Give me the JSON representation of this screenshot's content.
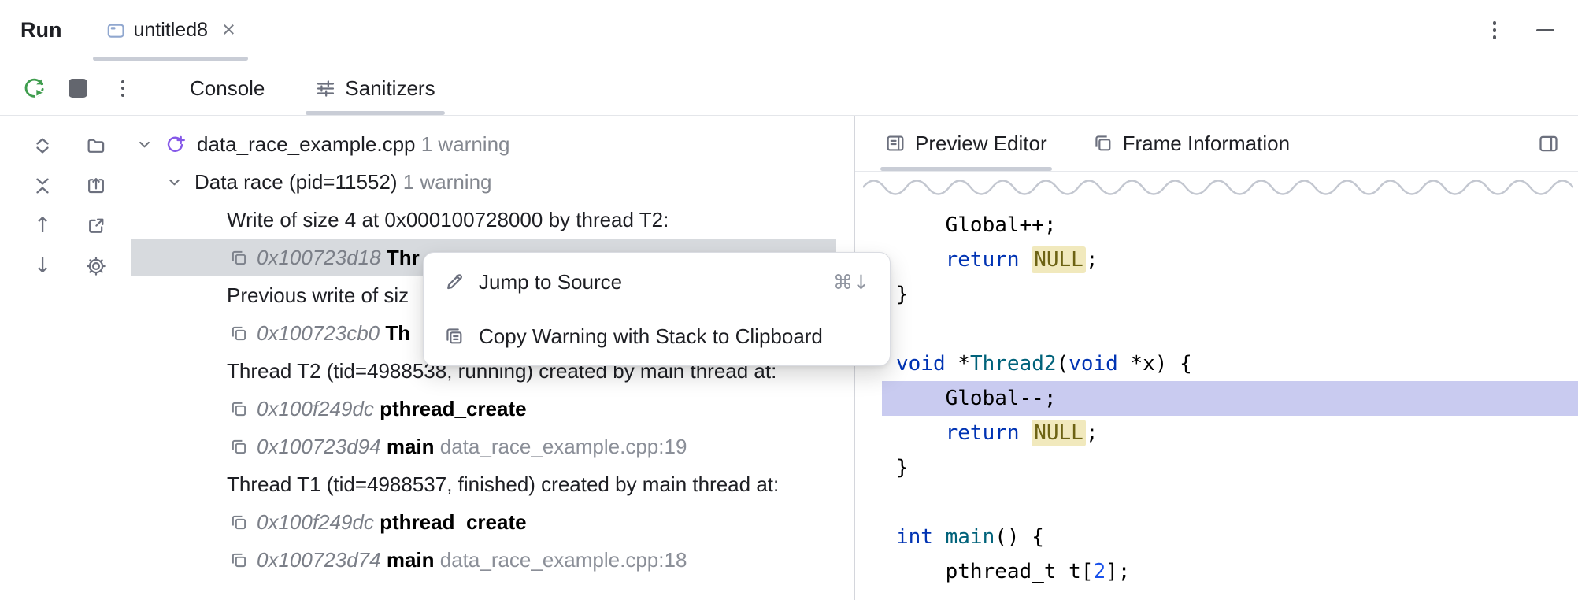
{
  "colors": {
    "accent_purple": "#8558e8",
    "run_green": "#3f9d4e",
    "selected_row_bg": "#d7dade",
    "active_tab_indicator": "#c9cdd6",
    "current_line_highlight": "#c9cbf0",
    "macro_highlight_bg": "#f1e9bd",
    "keyword_blue": "#0033b3",
    "function_teal": "#00627a",
    "number_blue": "#1750eb",
    "gray_text": "#83878f"
  },
  "header": {
    "title": "Run",
    "tab": {
      "label": "untitled8",
      "close": "×"
    }
  },
  "toolbar": {
    "console_tab": "Console",
    "sanitizers_tab": "Sanitizers"
  },
  "tree": {
    "rows": [
      {
        "depth": 0,
        "chevron": true,
        "icon": "sanitizer",
        "segments": [
          {
            "t": "data_race_example.cpp ",
            "c": "plain"
          },
          {
            "t": "1 warning",
            "c": "gray"
          }
        ]
      },
      {
        "depth": 1,
        "chevron": true,
        "segments": [
          {
            "t": "Data race (pid=11552) ",
            "c": "plain"
          },
          {
            "t": "1 warning",
            "c": "gray"
          }
        ]
      },
      {
        "depth": 2,
        "segments": [
          {
            "t": "Write of size 4 at 0x000100728000 by thread T2:",
            "c": "plain"
          }
        ]
      },
      {
        "depth": 3,
        "frame": true,
        "selected": true,
        "segments": [
          {
            "t": "0x100723d18 ",
            "c": "addr"
          },
          {
            "t": "Thr",
            "c": "bold"
          }
        ]
      },
      {
        "depth": 2,
        "segments": [
          {
            "t": "Previous write of siz",
            "c": "plain"
          }
        ]
      },
      {
        "depth": 3,
        "frame": true,
        "segments": [
          {
            "t": "0x100723cb0 ",
            "c": "addr"
          },
          {
            "t": "Th",
            "c": "bold"
          }
        ]
      },
      {
        "depth": 2,
        "segments": [
          {
            "t": "Thread T2 (tid=4988538, running) created by main thread at:",
            "c": "plain"
          }
        ]
      },
      {
        "depth": 3,
        "frame": true,
        "segments": [
          {
            "t": "0x100f249dc ",
            "c": "addr"
          },
          {
            "t": "pthread_create",
            "c": "bold"
          }
        ]
      },
      {
        "depth": 3,
        "frame": true,
        "segments": [
          {
            "t": "0x100723d94 ",
            "c": "addr"
          },
          {
            "t": "main ",
            "c": "bold"
          },
          {
            "t": "data_race_example.cpp:19",
            "c": "loc"
          }
        ]
      },
      {
        "depth": 2,
        "segments": [
          {
            "t": "Thread T1 (tid=4988537, finished) created by main thread at:",
            "c": "plain"
          }
        ]
      },
      {
        "depth": 3,
        "frame": true,
        "segments": [
          {
            "t": "0x100f249dc ",
            "c": "addr"
          },
          {
            "t": "pthread_create",
            "c": "bold"
          }
        ]
      },
      {
        "depth": 3,
        "frame": true,
        "segments": [
          {
            "t": "0x100723d74 ",
            "c": "addr"
          },
          {
            "t": "main ",
            "c": "bold"
          },
          {
            "t": "data_race_example.cpp:18",
            "c": "loc"
          }
        ]
      }
    ]
  },
  "context_menu": {
    "items": [
      {
        "label": "Jump to Source",
        "shortcut": "⌘↓"
      },
      {
        "label": "Copy Warning with Stack to Clipboard"
      }
    ]
  },
  "preview": {
    "tabs": [
      {
        "label": "Preview Editor",
        "active": true
      },
      {
        "label": "Frame Information",
        "active": false
      }
    ]
  },
  "code": {
    "lines": [
      {
        "segments": [
          {
            "t": "    Global++;",
            "c": "p"
          }
        ]
      },
      {
        "segments": [
          {
            "t": "    ",
            "c": "p"
          },
          {
            "t": "return",
            "c": "kw"
          },
          {
            "t": " ",
            "c": "p"
          },
          {
            "t": "NULL",
            "c": "mc"
          },
          {
            "t": ";",
            "c": "p"
          }
        ]
      },
      {
        "segments": [
          {
            "t": "}",
            "c": "p"
          }
        ]
      },
      {
        "segments": []
      },
      {
        "segments": [
          {
            "t": "void",
            "c": "kw"
          },
          {
            "t": " *",
            "c": "p"
          },
          {
            "t": "Thread2",
            "c": "fn"
          },
          {
            "t": "(",
            "c": "p"
          },
          {
            "t": "void",
            "c": "kw"
          },
          {
            "t": " *x) {",
            "c": "p"
          }
        ]
      },
      {
        "highlight": true,
        "segments": [
          {
            "t": "    Global--;",
            "c": "p"
          }
        ]
      },
      {
        "segments": [
          {
            "t": "    ",
            "c": "p"
          },
          {
            "t": "return",
            "c": "kw"
          },
          {
            "t": " ",
            "c": "p"
          },
          {
            "t": "NULL",
            "c": "mc"
          },
          {
            "t": ";",
            "c": "p"
          }
        ]
      },
      {
        "segments": [
          {
            "t": "}",
            "c": "p"
          }
        ]
      },
      {
        "segments": []
      },
      {
        "segments": [
          {
            "t": "int",
            "c": "kw"
          },
          {
            "t": " ",
            "c": "p"
          },
          {
            "t": "main",
            "c": "fn"
          },
          {
            "t": "() {",
            "c": "p"
          }
        ]
      },
      {
        "segments": [
          {
            "t": "    ",
            "c": "p"
          },
          {
            "t": "pthread_t",
            "c": "p"
          },
          {
            "t": " t[",
            "c": "p"
          },
          {
            "t": "2",
            "c": "num"
          },
          {
            "t": "];",
            "c": "p"
          }
        ]
      }
    ]
  },
  "icons": [
    "window-icon",
    "close-icon",
    "kebab-menu-icon",
    "minimize-icon",
    "rerun-icon",
    "stop-icon",
    "sanitizers-filter-icon",
    "expand-all-icon",
    "group-by-icon",
    "collapse-all-icon",
    "export-icon",
    "arrow-up-icon",
    "external-link-icon",
    "arrow-down-icon",
    "gear-icon",
    "chevron-down-icon",
    "sanitizer-file-icon",
    "stack-frame-icon",
    "pencil-icon",
    "copy-stack-icon",
    "preview-editor-icon",
    "frame-info-icon",
    "layout-icon",
    "torn-edge-squiggle"
  ]
}
